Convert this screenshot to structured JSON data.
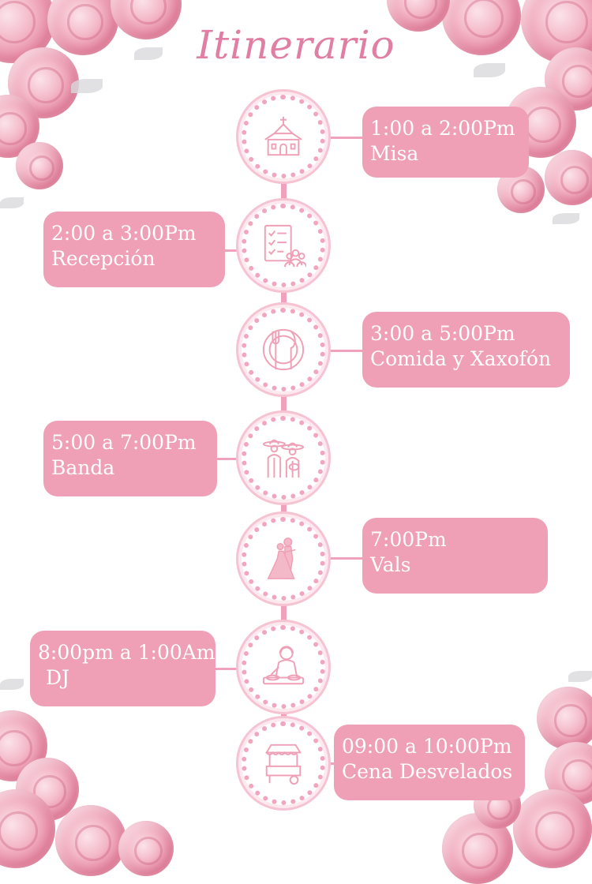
{
  "title": "Itinerario",
  "colors": {
    "accent": "#ef9fb6",
    "title": "#e07ea3",
    "line": "#f0a1bb"
  },
  "events": [
    {
      "time": "1:00 a 2:00Pm",
      "label": "Misa",
      "icon": "church-icon"
    },
    {
      "time": "2:00 a 3:00Pm",
      "label": "Recepción",
      "icon": "checklist-guests-icon"
    },
    {
      "time": "3:00 a 5:00Pm",
      "label": "Comida y Xaxofón",
      "icon": "plate-cutlery-icon"
    },
    {
      "time": "5:00 a 7:00Pm",
      "label": "Banda",
      "icon": "mariachi-icon"
    },
    {
      "time": "7:00Pm",
      "label": "Vals",
      "icon": "dancing-couple-icon"
    },
    {
      "time": "8:00pm a 1:00Am",
      "label": "DJ",
      "icon": "dj-icon"
    },
    {
      "time": "09:00 a 10:00Pm",
      "label": "Cena Desvelados",
      "icon": "food-cart-icon"
    }
  ]
}
